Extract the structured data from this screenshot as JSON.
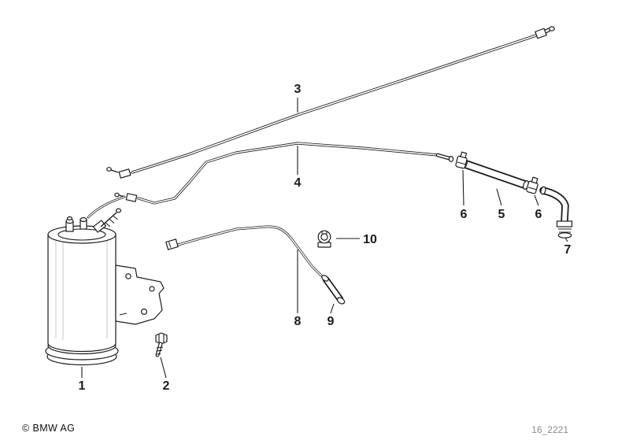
{
  "diagram": {
    "callouts": {
      "c1": "1",
      "c2": "2",
      "c3": "3",
      "c4": "4",
      "c5": "5",
      "c6a": "6",
      "c6b": "6",
      "c7": "7",
      "c8": "8",
      "c9": "9",
      "c10": "10"
    }
  },
  "footer": {
    "copyright": "© BMW AG",
    "diagram_code": "16_2221"
  },
  "colors": {
    "background": "#ffffff",
    "line": "#1b1b1b",
    "code_text": "#8a8a8a"
  }
}
